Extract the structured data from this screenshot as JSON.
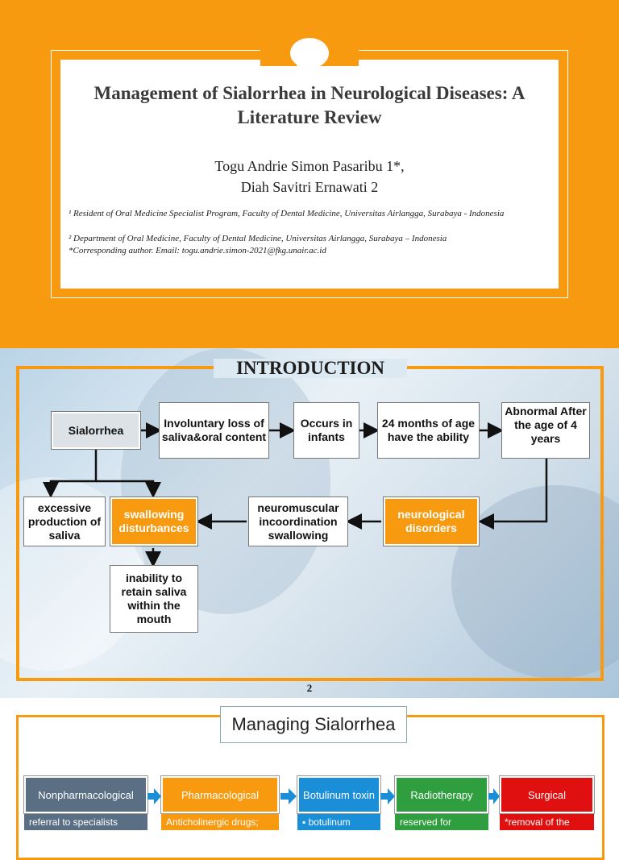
{
  "slide1": {
    "title": "Management of Sialorrhea in Neurological Diseases: A Literature Review",
    "authors": [
      "Togu Andrie Simon Pasaribu 1*,",
      "Diah Savitri Ernawati 2"
    ],
    "affiliations": [
      "¹ Resident of Oral Medicine Specialist Program, Faculty of Dental Medicine, Universitas Airlangga, Surabaya - Indonesia",
      "² Department of Oral Medicine, Faculty of Dental Medicine, Universitas Airlangga, Surabaya – Indonesia",
      "*Corresponding author. Email: togu.andrie.simon-2021@fkg.unair.ac.id"
    ],
    "icon": "speech-bubble-icon"
  },
  "slide2": {
    "heading": "INTRODUCTION",
    "page_number": "2",
    "nodes": {
      "sialorrhea": "Sialorrhea",
      "involuntary": "Involuntary loss of saliva&oral content",
      "infants": "Occurs in infants",
      "ability": "24 months of age have the ability",
      "abnormal": "Abnormal After the age of 4 years",
      "excessive": "excessive production of saliva",
      "swallowing": "swallowing disturbances",
      "neuromuscular": "neuromuscular incoordination swallowing",
      "neurological": "neurological disorders",
      "inability": "inability to retain saliva within the mouth"
    }
  },
  "slide3": {
    "heading": "Managing Sialorrhea",
    "categories": [
      {
        "label": "Nonpharmacological",
        "sub": "referral to specialists",
        "color": "#5a6f84"
      },
      {
        "label": "Pharmacological",
        "sub": "Anticholinergic drugs;",
        "color": "#F89A10"
      },
      {
        "label": "Botulinum toxin",
        "sub": "▪  botulinum",
        "color": "#1a8fd8"
      },
      {
        "label": "Radiotherapy",
        "sub": "reserved        for",
        "color": "#2e9e3e"
      },
      {
        "label": "Surgical",
        "sub": "*removal    of    the",
        "color": "#e01010"
      }
    ],
    "arrow_color": "#1a8fd8"
  },
  "colors": {
    "accent": "#F89A10"
  }
}
